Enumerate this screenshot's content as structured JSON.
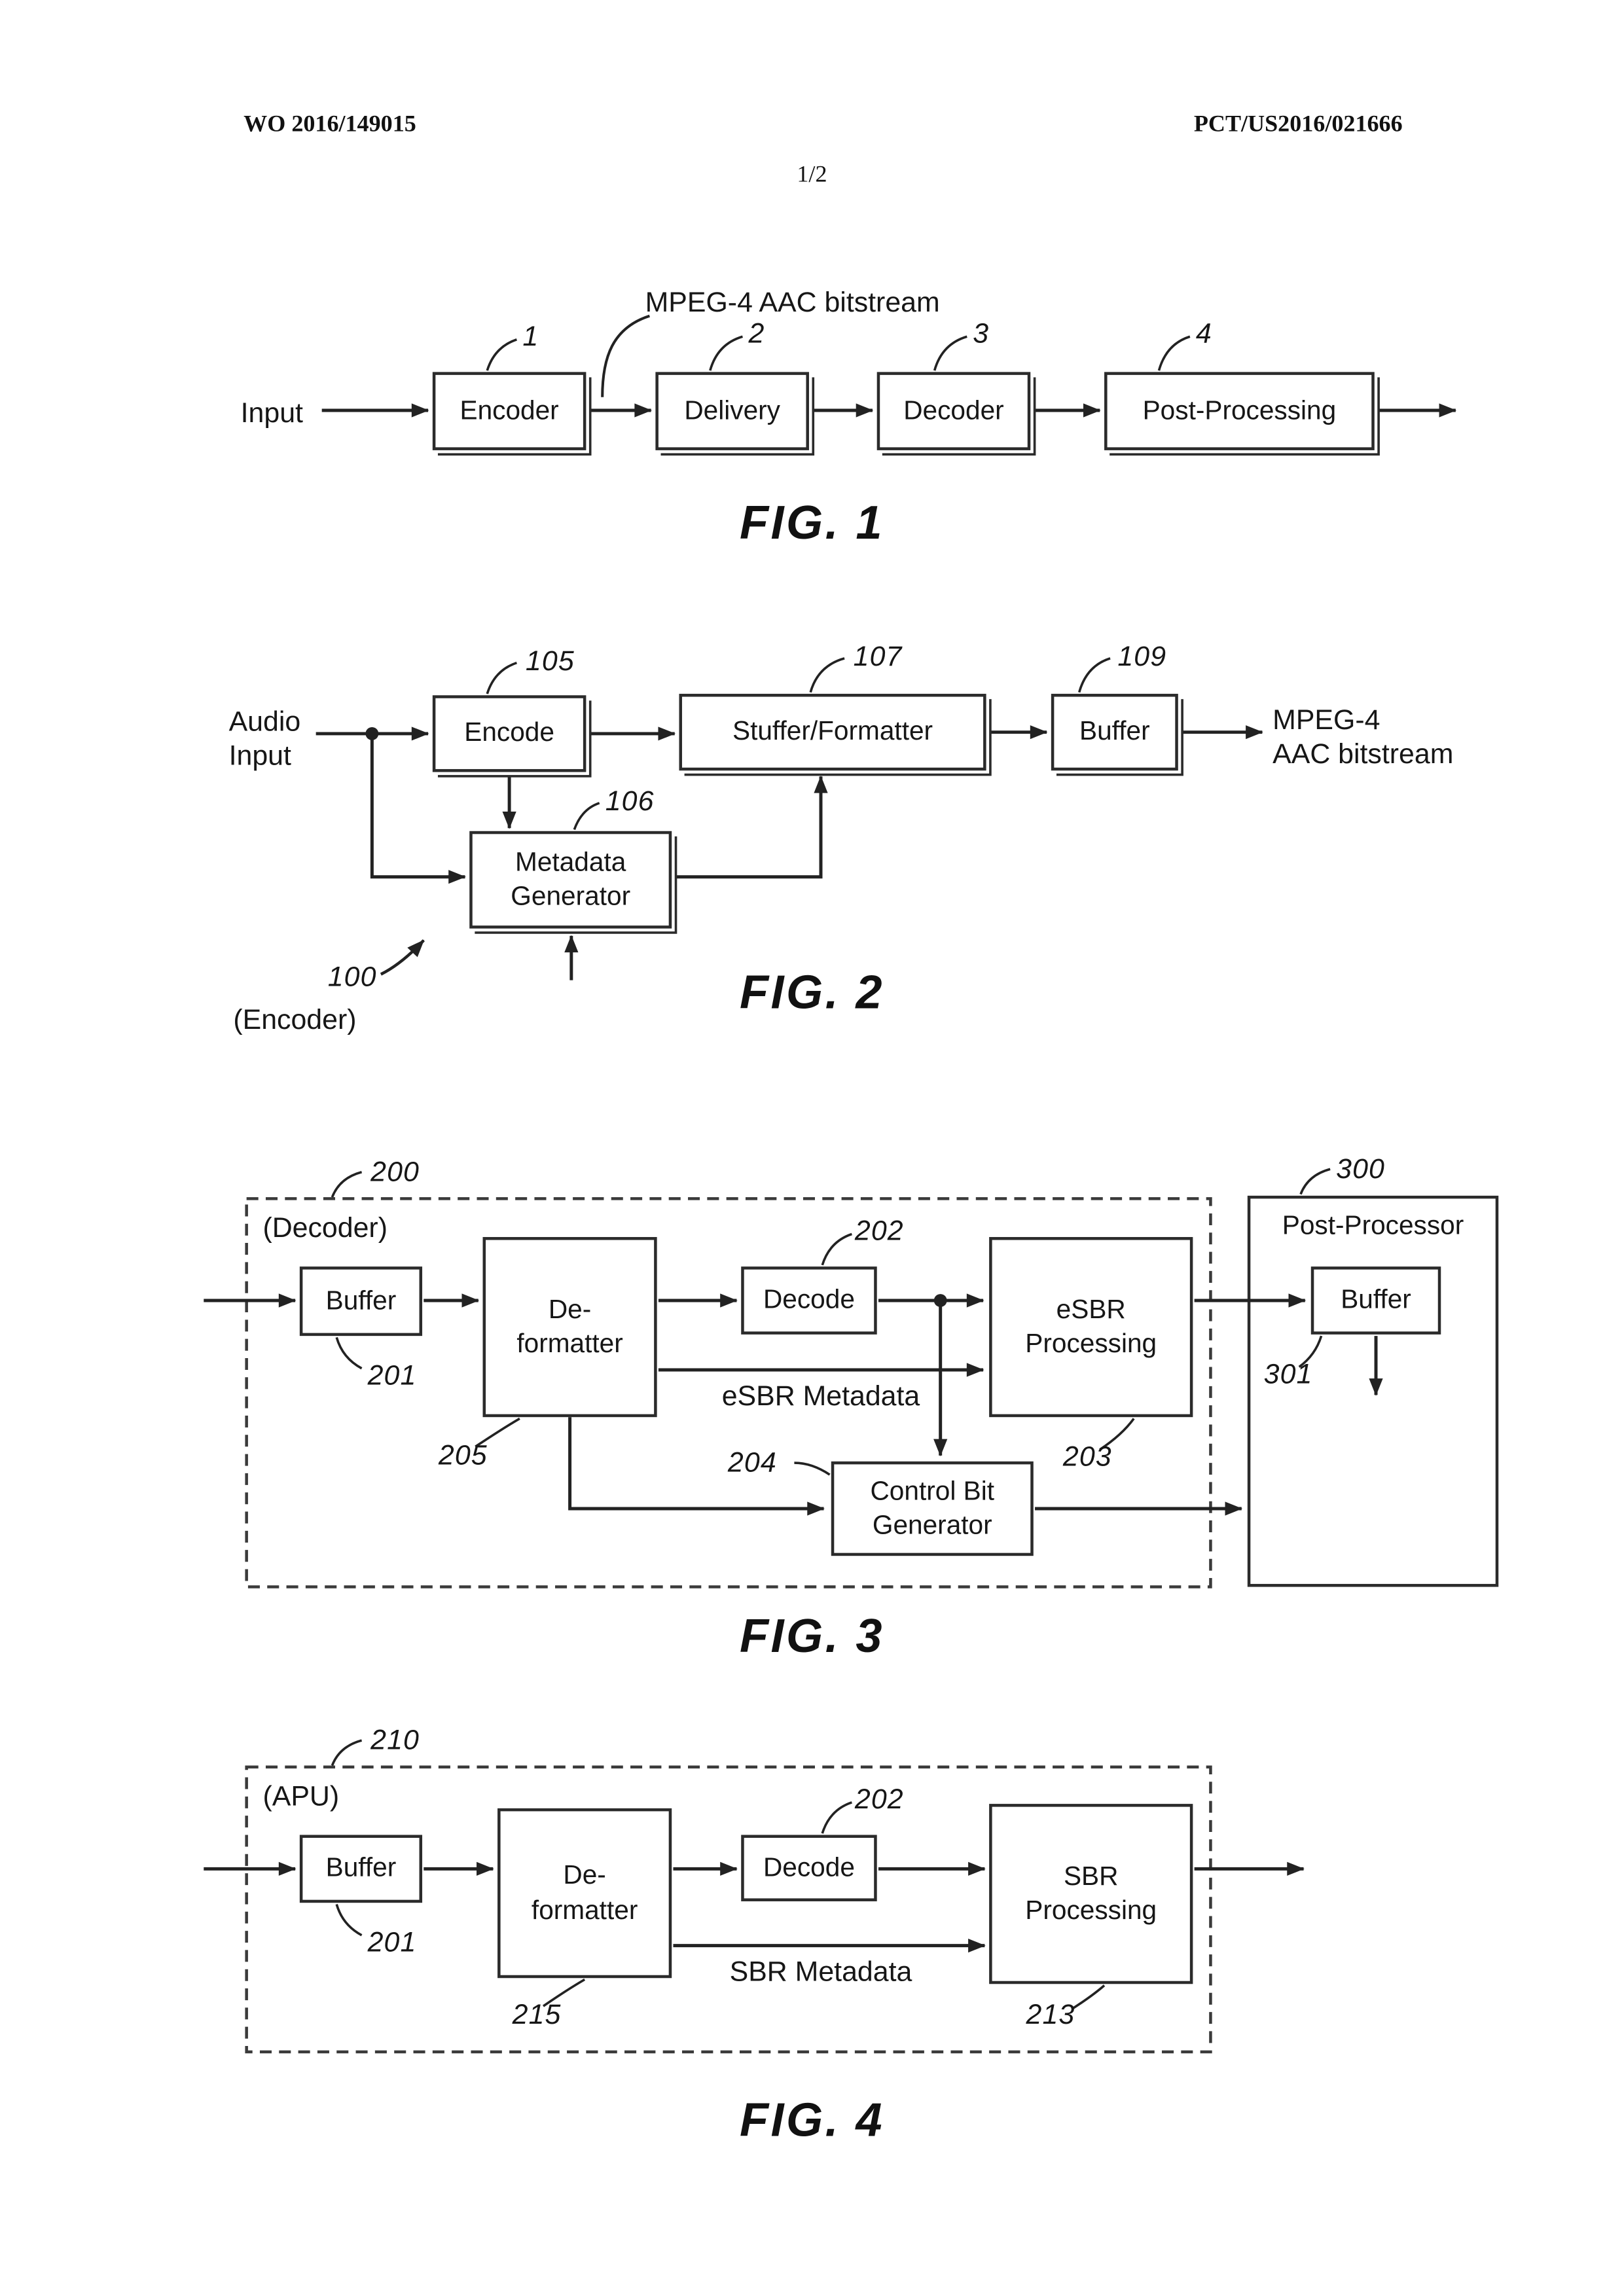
{
  "header": {
    "left": "WO 2016/149015",
    "right": "PCT/US2016/021666",
    "page_number": "1/2"
  },
  "fig1": {
    "caption": "FIG. 1",
    "input_label": "Input",
    "bitstream_label": "MPEG-4 AAC bitstream",
    "encoder": {
      "label": "Encoder",
      "ref": "1"
    },
    "delivery": {
      "label": "Delivery",
      "ref": "2"
    },
    "decoder": {
      "label": "Decoder",
      "ref": "3"
    },
    "post_processing": {
      "label": "Post-Processing",
      "ref": "4"
    }
  },
  "fig2": {
    "caption": "FIG. 2",
    "input_label": "Audio\nInput",
    "output_label": "MPEG-4\nAAC bitstream",
    "system_ref": "100",
    "system_name": "(Encoder)",
    "encode": {
      "label": "Encode",
      "ref": "105"
    },
    "stuffer_formatter": {
      "label": "Stuffer/Formatter",
      "ref": "107"
    },
    "buffer": {
      "label": "Buffer",
      "ref": "109"
    },
    "metadata_generator": {
      "label": "Metadata\nGenerator",
      "ref": "106"
    }
  },
  "fig3": {
    "caption": "FIG. 3",
    "decoder_ref": "200",
    "decoder_name": "(Decoder)",
    "buffer": {
      "label": "Buffer",
      "ref": "201"
    },
    "deformatter": {
      "label": "De-\nformatter",
      "ref": "205"
    },
    "decode": {
      "label": "Decode",
      "ref": "202"
    },
    "esbr_processing": {
      "label": "eSBR\nProcessing",
      "ref": "203"
    },
    "esbr_metadata_label": "eSBR Metadata",
    "control_bit_generator": {
      "label": "Control Bit\nGenerator",
      "ref": "204"
    },
    "post_processor": {
      "label": "Post-Processor",
      "ref": "300"
    },
    "pp_buffer": {
      "label": "Buffer",
      "ref": "301"
    }
  },
  "fig4": {
    "caption": "FIG. 4",
    "apu_ref": "210",
    "apu_name": "(APU)",
    "buffer": {
      "label": "Buffer",
      "ref": "201"
    },
    "deformatter": {
      "label": "De-\nformatter",
      "ref": "215"
    },
    "decode": {
      "label": "Decode",
      "ref": "202"
    },
    "sbr_processing": {
      "label": "SBR\nProcessing",
      "ref": "213"
    },
    "sbr_metadata_label": "SBR Metadata"
  }
}
